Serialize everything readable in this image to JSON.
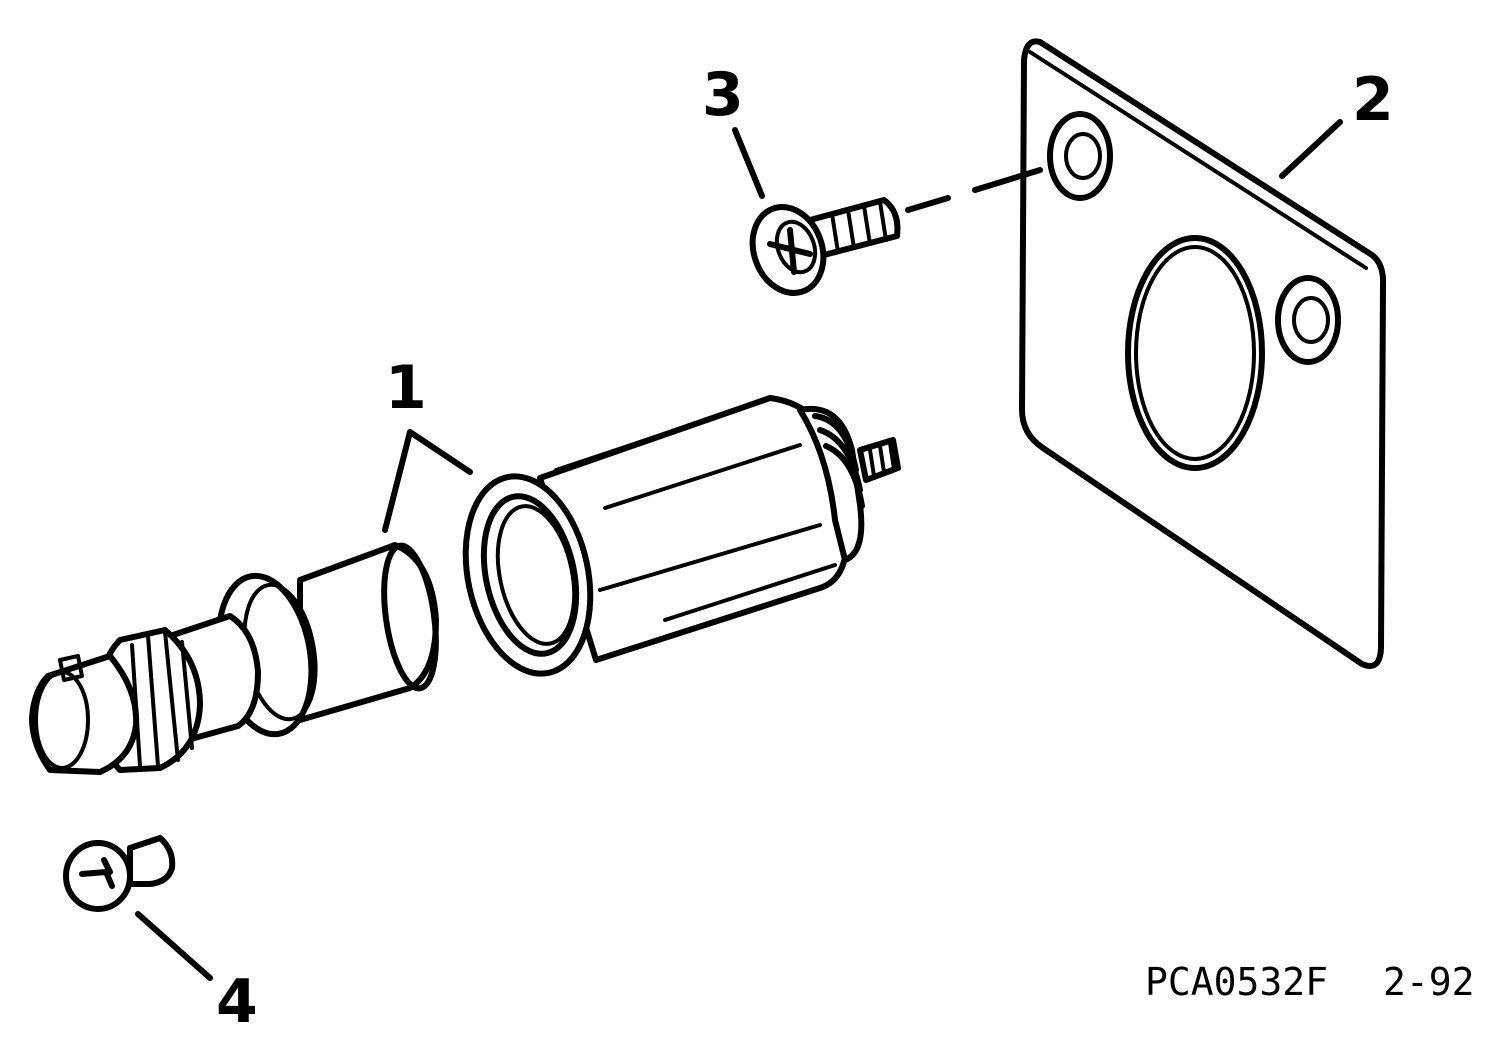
{
  "callouts": {
    "part1": "1",
    "part2": "2",
    "part3": "3",
    "part4": "4"
  },
  "figure_code": "PCA0532F",
  "figure_date": "2-92"
}
